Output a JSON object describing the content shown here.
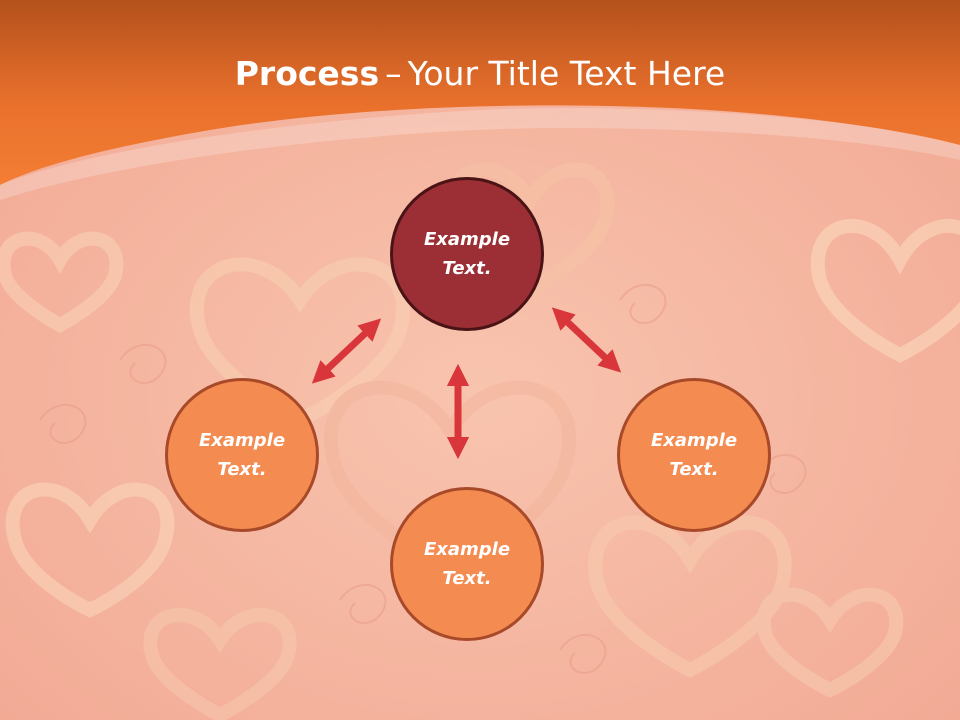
{
  "slide": {
    "title_bold": "Process",
    "title_separator": "–",
    "title_rest": "Your Title Text Here"
  },
  "colors": {
    "header_top": "#b4511c",
    "header_bottom": "#f07a30",
    "background": "#f6b9a3",
    "center_node_fill": "#9b2f35",
    "center_node_border": "#4a1416",
    "outer_node_fill": "#f48b50",
    "outer_node_border": "#a84a2a",
    "arrow": "#d8363a"
  },
  "diagram": {
    "nodes": [
      {
        "id": "top",
        "label": "Example\nText."
      },
      {
        "id": "left",
        "label": "Example\nText."
      },
      {
        "id": "right",
        "label": "Example\nText."
      },
      {
        "id": "bottom",
        "label": "Example\nText."
      }
    ],
    "arrows": [
      {
        "from": "top",
        "to": "left",
        "type": "bidirectional"
      },
      {
        "from": "top",
        "to": "right",
        "type": "bidirectional"
      },
      {
        "from": "top",
        "to": "bottom",
        "type": "bidirectional"
      }
    ]
  }
}
